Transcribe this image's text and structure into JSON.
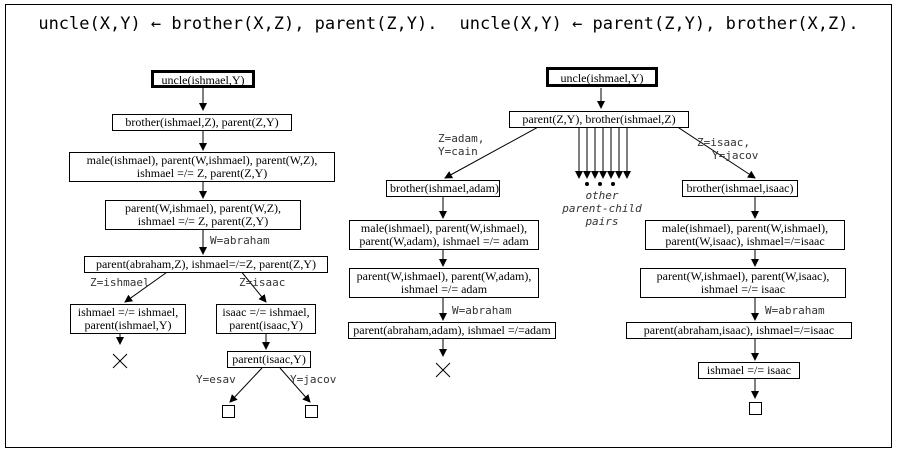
{
  "rules": {
    "rule1": "uncle(X,Y) ← brother(X,Z), parent(Z,Y).",
    "rule2": "uncle(X,Y) ← parent(Z,Y), brother(X,Z)."
  },
  "left_tree": {
    "n1": "uncle(ishmael,Y)",
    "n2": "brother(ishmael,Z), parent(Z,Y)",
    "n3a": "male(ishmael), parent(W,ishmael), parent(W,Z),",
    "n3b": "ishmael =/= Z, parent(Z,Y)",
    "n4a": "parent(W,ishmael), parent(W,Z),",
    "n4b": "ishmael =/= Z, parent(Z,Y)",
    "w_label": "W=abraham",
    "n5": "parent(abraham,Z), ishmael=/=Z, parent(Z,Y)",
    "z_left": "Z=ishmael",
    "z_right": "Z=isaac",
    "n6La": "ishmael =/= ishmael,",
    "n6Lb": "parent(ishmael,Y)",
    "n6Ra": "isaac =/= ishmael,",
    "n6Rb": "parent(isaac,Y)",
    "n7": "parent(isaac,Y)",
    "y_left": "Y=esav",
    "y_right": "Y=jacov"
  },
  "right_tree": {
    "n1": "uncle(ishmael,Y)",
    "n2": "parent(Z,Y), brother(ishmael,Z)",
    "left_subst_a": "Z=adam,",
    "left_subst_b": "Y=cain",
    "right_subst_a": "Z=isaac,",
    "right_subst_b": "Y=jacov",
    "other_a": "other",
    "other_b": "parent-child",
    "other_c": "pairs",
    "a1": "brother(ishmael,adam)",
    "a2a": "male(ishmael), parent(W,ishmael),",
    "a2b": "parent(W,adam), ishmael =/= adam",
    "a3a": "parent(W,ishmael), parent(W,adam),",
    "a3b": "ishmael =/= adam",
    "a_w": "W=abraham",
    "a4": "parent(abraham,adam), ishmael =/=adam",
    "b1": "brother(ishmael,isaac)",
    "b2a": "male(ishmael), parent(W,ishmael),",
    "b2b": "parent(W,isaac), ishmael=/=isaac",
    "b3a": "parent(W,ishmael), parent(W,isaac),",
    "b3b": "ishmael =/= isaac",
    "b_w": "W=abraham",
    "b4": "parent(abraham,isaac), ishmael=/=isaac",
    "b5": "ishmael =/= isaac"
  }
}
